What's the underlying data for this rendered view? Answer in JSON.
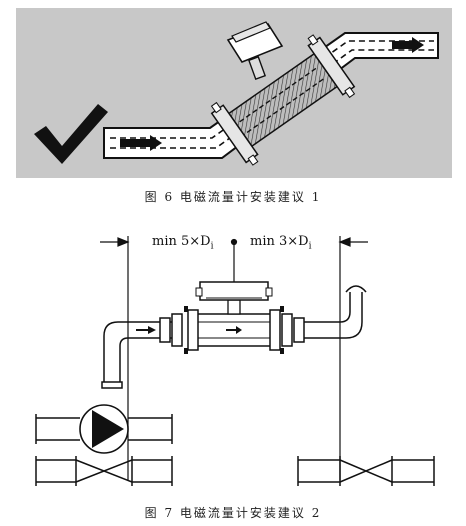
{
  "figure6": {
    "caption": "图 6   电磁流量计安装建议 1",
    "check_mark_icon": "check-mark-icon",
    "background_color": "#c8c8c8"
  },
  "figure7": {
    "caption": "图 7   电磁流量计安装建议 2",
    "upstream_label": "min 5×D",
    "upstream_sub": "i",
    "downstream_label": "min 3×D",
    "downstream_sub": "i",
    "pump_icon": "pump-icon",
    "valve_icon": "valve-icon"
  }
}
